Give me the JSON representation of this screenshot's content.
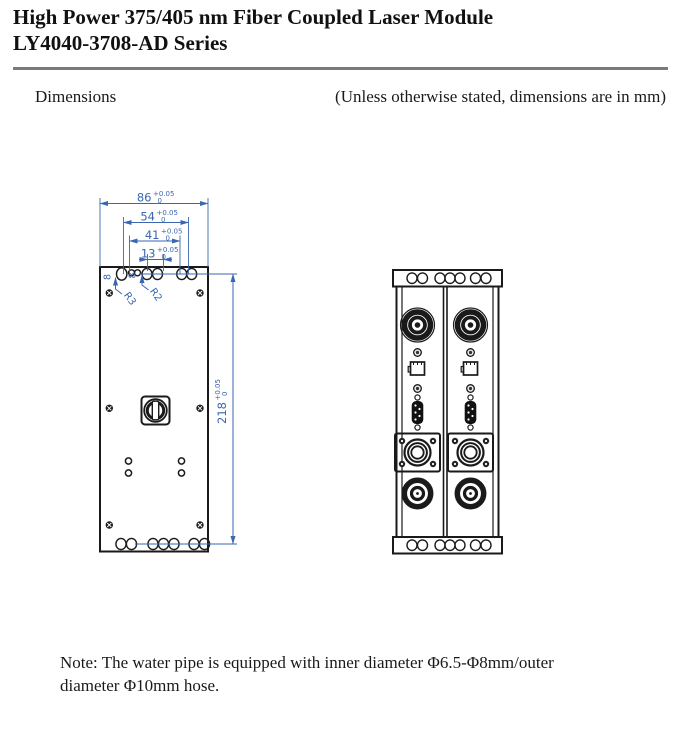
{
  "header": {
    "title_line1": "High Power 375/405 nm Fiber Coupled Laser Module",
    "title_line2": "LY4040-3708-AD Series"
  },
  "subheader": {
    "label": "Dimensions",
    "units_note": "(Unless otherwise stated, dimensions are in mm)"
  },
  "front_view": {
    "w86": "86",
    "w54": "54",
    "w41": "41",
    "w13": "13",
    "h218": "218",
    "tol_plus": "+0.05",
    "tol_zero": "0",
    "r3": "R3",
    "r2": "R2",
    "dia8": "8"
  },
  "note": {
    "line1": "Note: The water pipe is equipped with inner diameter Φ6.5-Φ8mm/outer",
    "line2": "diameter Φ10mm hose."
  },
  "colors": {
    "annotation_blue": "#3a67b0",
    "line_color": "#1a1a1a",
    "rule_color": "#7a7a7a"
  }
}
